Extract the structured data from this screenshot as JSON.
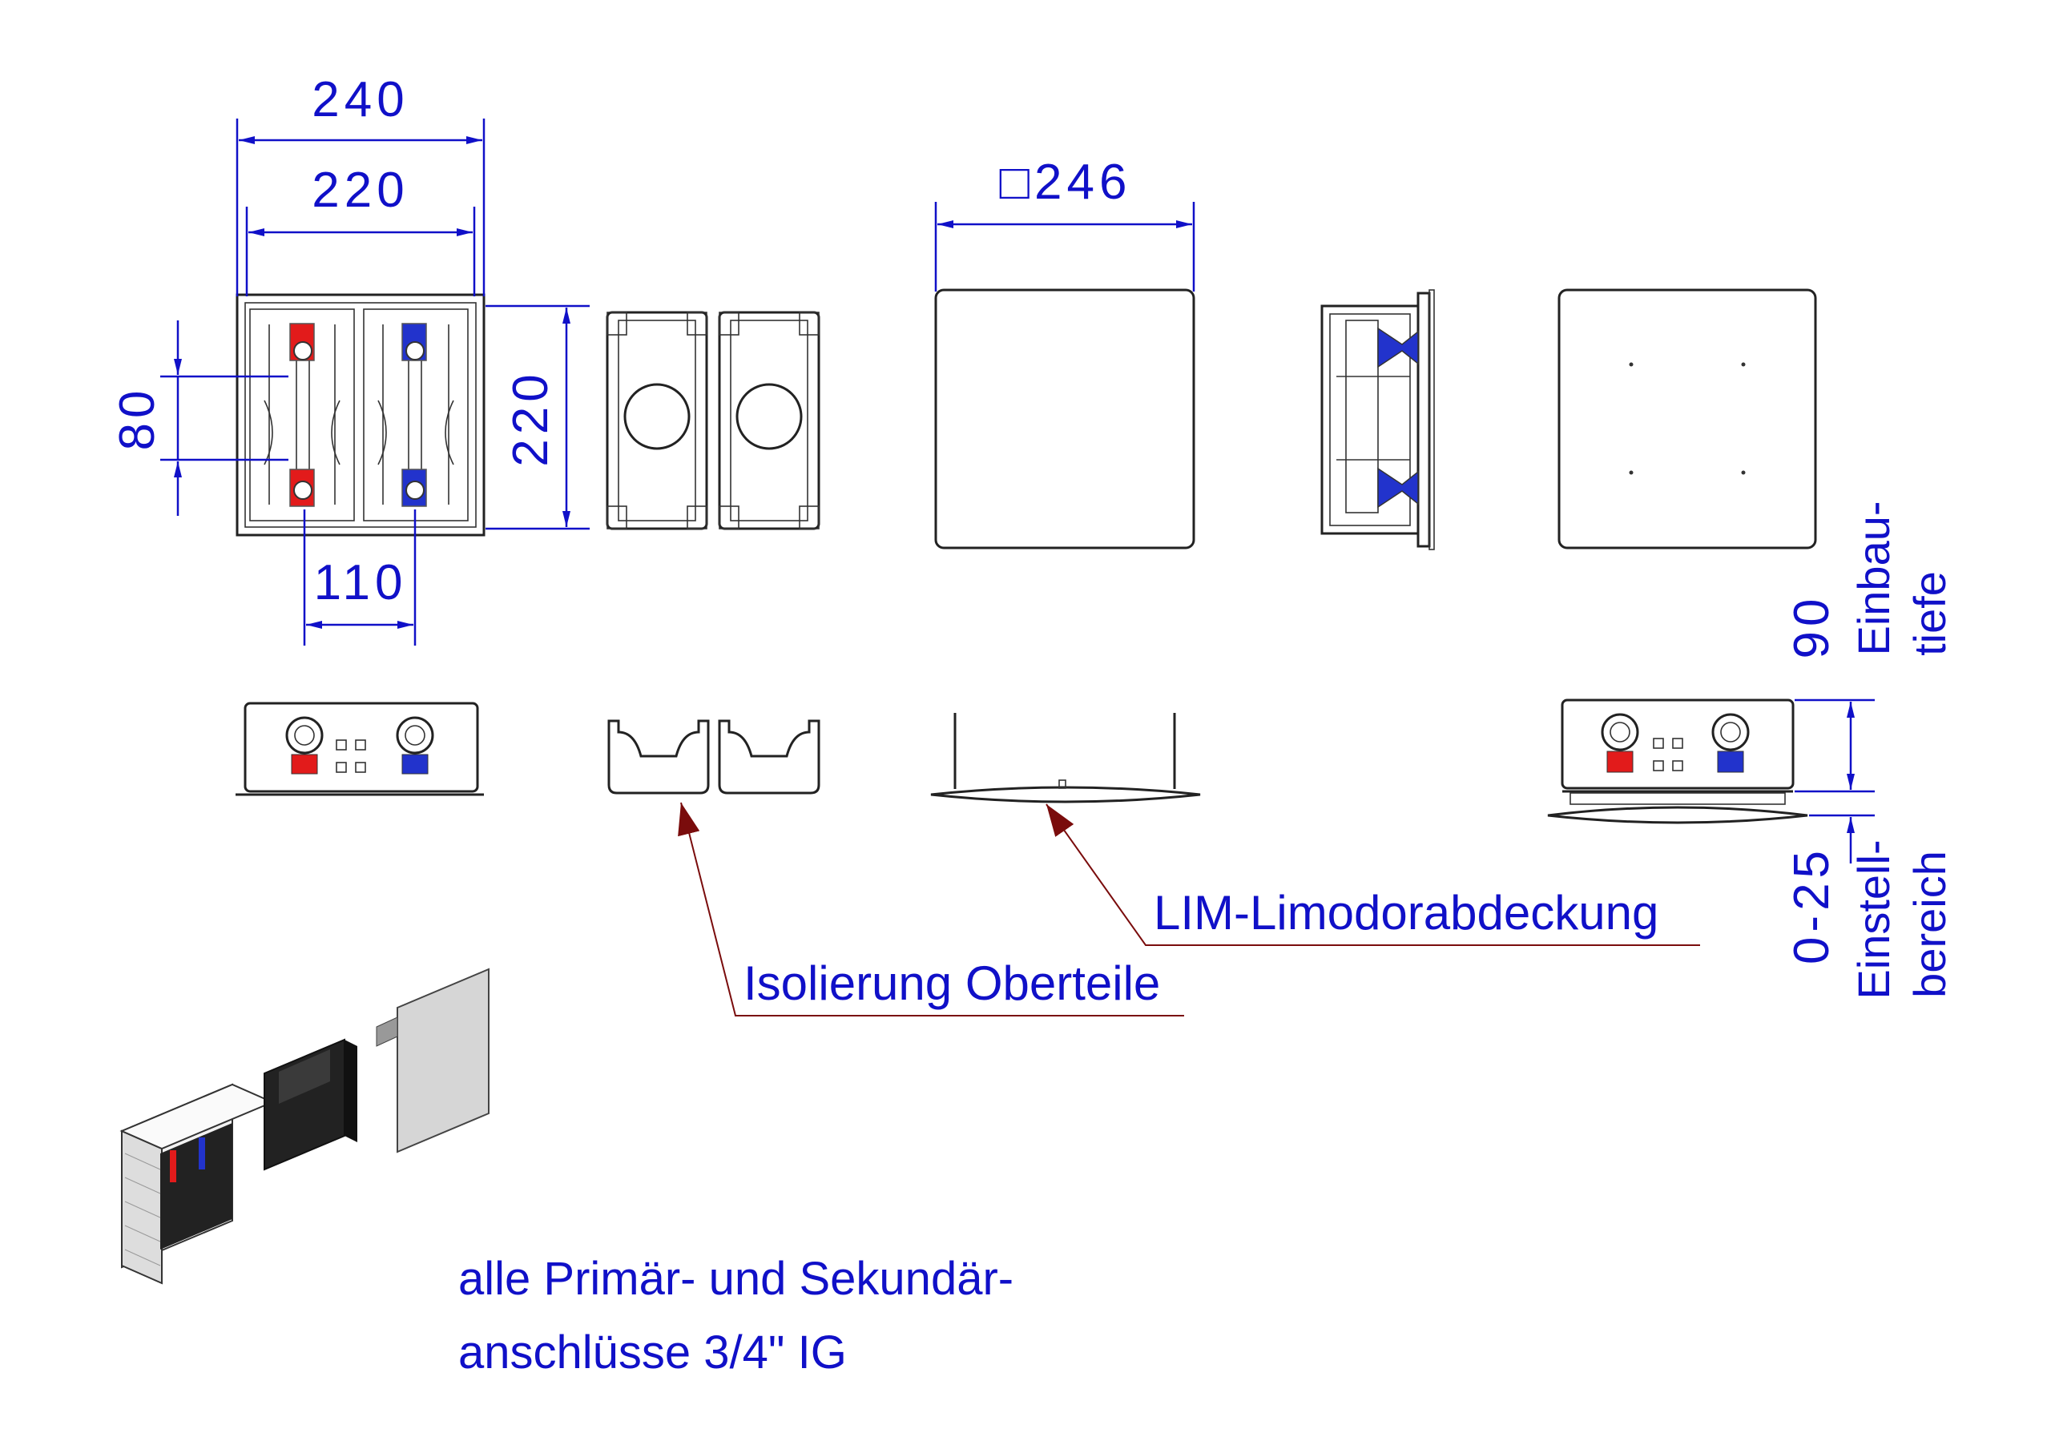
{
  "dimensions": {
    "width_outer": "240",
    "width_inner": "220",
    "height_side": "220",
    "spacing_80": "80",
    "spacing_110": "110",
    "cover_square": "□246",
    "depth_90": "90",
    "depth_label_1": "Einbau-",
    "depth_label_2": "tiefe",
    "adjust_range": "0-25",
    "adjust_label_1": "Einstell-",
    "adjust_label_2": "bereich"
  },
  "labels": {
    "insulation": "Isolierung Oberteile",
    "cover": "LIM-Limodorabdeckung",
    "note_line1": "alle Primär- und Sekundär-",
    "note_line2": "anschlüsse 3/4\" IG"
  },
  "colors": {
    "dimension": "#1010c8",
    "leader": "#7a0c0c",
    "valve_hot": "#e21b1b",
    "valve_cold": "#2233cc"
  }
}
